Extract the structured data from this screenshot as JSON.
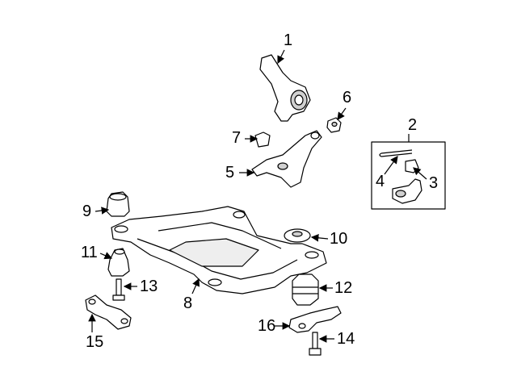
{
  "diagram": {
    "callouts": [
      {
        "id": "1",
        "label": "1"
      },
      {
        "id": "2",
        "label": "2"
      },
      {
        "id": "3",
        "label": "3"
      },
      {
        "id": "4",
        "label": "4"
      },
      {
        "id": "5",
        "label": "5"
      },
      {
        "id": "6",
        "label": "6"
      },
      {
        "id": "7",
        "label": "7"
      },
      {
        "id": "8",
        "label": "8"
      },
      {
        "id": "9",
        "label": "9"
      },
      {
        "id": "10",
        "label": "10"
      },
      {
        "id": "11",
        "label": "11"
      },
      {
        "id": "12",
        "label": "12"
      },
      {
        "id": "13",
        "label": "13"
      },
      {
        "id": "14",
        "label": "14"
      },
      {
        "id": "15",
        "label": "15"
      },
      {
        "id": "16",
        "label": "16"
      }
    ],
    "colors": {
      "line": "#000000",
      "part_fill": "#ffffff",
      "shade": "#d0d0d0"
    }
  }
}
